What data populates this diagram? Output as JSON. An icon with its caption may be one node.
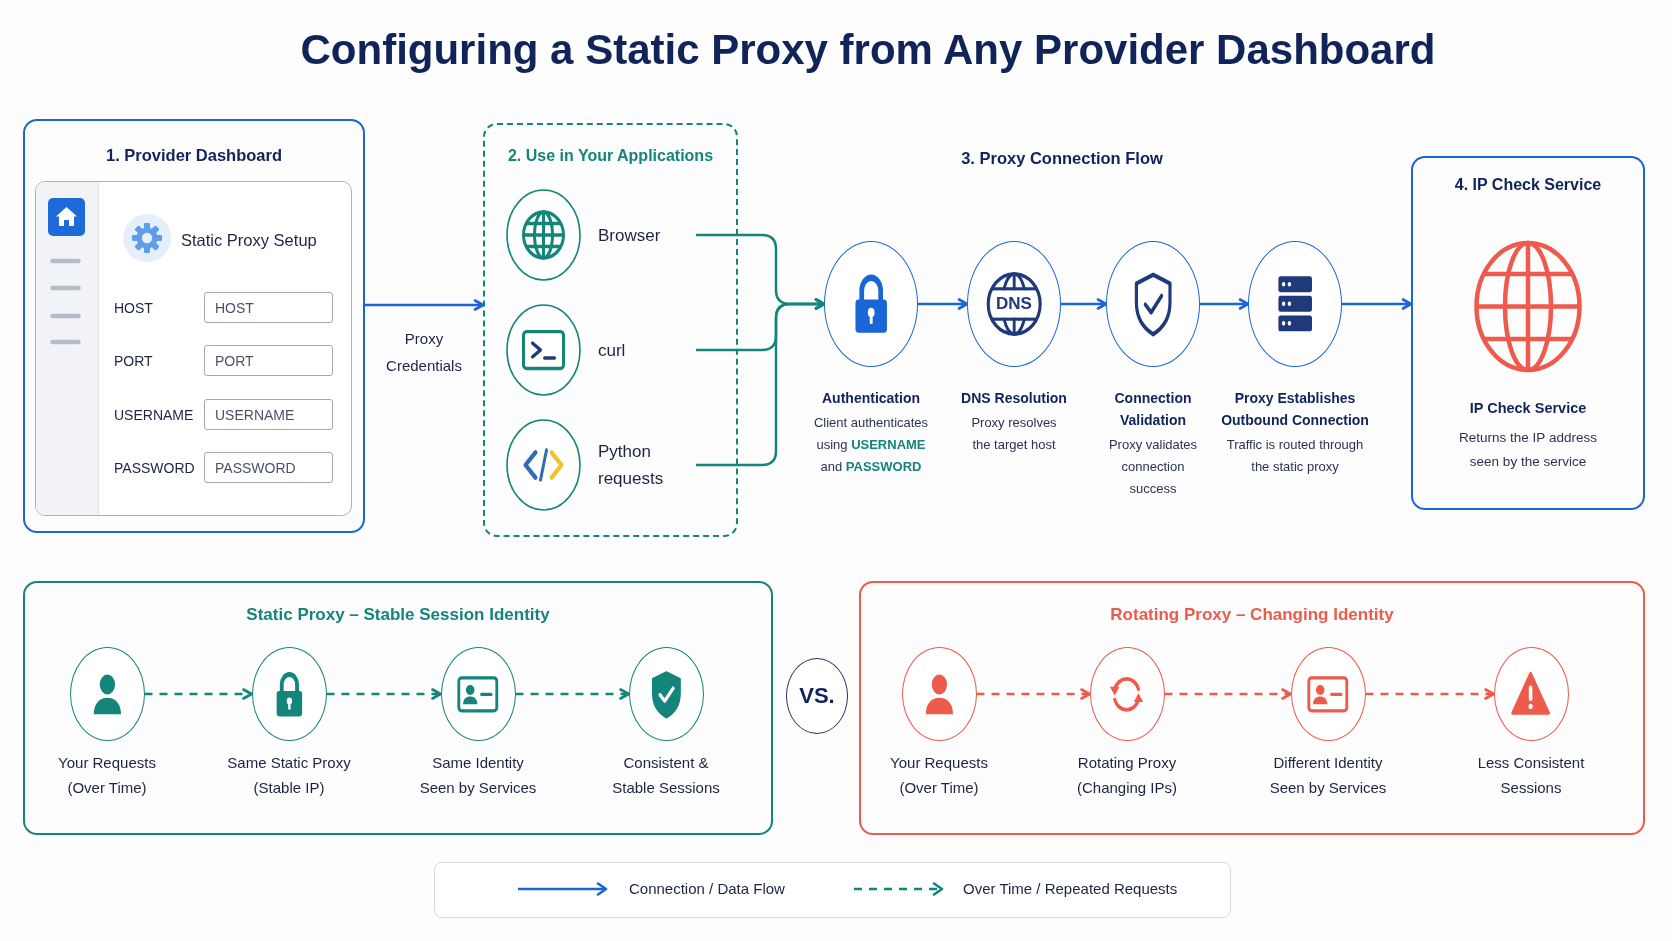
{
  "diagram": {
    "title": "Configuring a Static Proxy from Any Provider Dashboard",
    "nodes": [
      {
        "text": [
          "1. Provider Dashboard"
        ]
      },
      {
        "text": [
          "Static Proxy Setup"
        ],
        "in": 0
      },
      {
        "text": [
          "HOST"
        ],
        "beside": [
          "HOST"
        ],
        "in": 1
      },
      {
        "text": [
          "PORT"
        ],
        "beside": [
          "PORT"
        ],
        "in": 1
      },
      {
        "text": [
          "USERNAME"
        ],
        "beside": [
          "USERNAME"
        ],
        "in": 1
      },
      {
        "text": [
          "PASSWORD"
        ],
        "beside": [
          "PASSWORD"
        ],
        "in": 1
      },
      {
        "text": [
          "2. Use in Your Applications"
        ]
      },
      {
        "text": [
          "Browser"
        ],
        "in": 6
      },
      {
        "text": [
          "curl"
        ],
        "in": 6
      },
      {
        "text": [
          "Python requests"
        ],
        "in": 6
      },
      {
        "text": [],
        "shape": "circle",
        "beside": [
          "Authentication",
          "Client authenticates using **USERNAME** and **PASSWORD**"
        ]
      },
      {
        "text": [
          "DNS"
        ],
        "beside": [
          "DNS Resolution",
          "Proxy resolves the target host"
        ]
      },
      {
        "text": [],
        "shape": "circle",
        "beside": [
          "Connection Validation",
          "Proxy validates connection success"
        ]
      },
      {
        "text": [],
        "shape": "circle",
        "beside": [
          "Proxy Establishes Outbound Connection",
          "Traffic is routed through the static proxy"
        ]
      },
      {
        "text": [
          "4. IP Check Service",
          "IP Check Service",
          "Returns the IP address seen by the service"
        ]
      },
      {
        "text": [
          "Static Proxy – Stable Session Identity"
        ]
      },
      {
        "text": [],
        "shape": "circle",
        "beside": [
          "Your Requests (Over Time)"
        ],
        "in": 15
      },
      {
        "text": [],
        "shape": "circle",
        "beside": [
          "Same Static Proxy (Stable IP)"
        ],
        "in": 15
      },
      {
        "text": [],
        "shape": "circle",
        "beside": [
          "Same Identity Seen by Services"
        ],
        "in": 15
      },
      {
        "text": [],
        "shape": "circle",
        "beside": [
          "Consistent & Stable Sessions"
        ],
        "in": 15
      },
      {
        "text": [
          "VS."
        ]
      },
      {
        "text": [
          "Rotating Proxy – Changing Identity"
        ]
      },
      {
        "text": [],
        "shape": "circle",
        "beside": [
          "Your Requests (Over Time)"
        ],
        "in": 21
      },
      {
        "text": [],
        "shape": "circle",
        "beside": [
          "Rotating Proxy (Changing IPs)"
        ],
        "in": 21
      },
      {
        "text": [],
        "shape": "circle",
        "beside": [
          "Different Identity Seen by Services"
        ],
        "in": 21
      },
      {
        "text": [],
        "shape": "circle",
        "beside": [
          "Less Consistent Sessions"
        ],
        "in": 21
      }
    ],
    "edges": [
      {
        "from": 0,
        "to": 6,
        "arrow": "to",
        "label": "Proxy Credentials",
        "color": "#1a66d6"
      },
      {
        "from": 7,
        "to": 10,
        "arrow": "to",
        "color": "#14857b"
      },
      {
        "from": 8,
        "to": 10,
        "arrow": "to",
        "color": "#14857b"
      },
      {
        "from": 9,
        "to": 10,
        "arrow": "to",
        "color": "#14857b"
      },
      {
        "from": 10,
        "to": 11,
        "arrow": "to",
        "color": "#1a66d6"
      },
      {
        "from": 11,
        "to": 12,
        "arrow": "to",
        "color": "#1a66d6"
      },
      {
        "from": 12,
        "to": 13,
        "arrow": "to",
        "color": "#1a66d6"
      },
      {
        "from": 13,
        "to": 14,
        "arrow": "to",
        "color": "#1a66d6"
      },
      {
        "from": 16,
        "to": 17,
        "arrow": "to",
        "style": "dashed",
        "color": "#14857b"
      },
      {
        "from": 17,
        "to": 18,
        "arrow": "to",
        "style": "dashed",
        "color": "#14857b"
      },
      {
        "from": 18,
        "to": 19,
        "arrow": "to",
        "style": "dashed",
        "color": "#14857b"
      },
      {
        "from": 22,
        "to": 23,
        "arrow": "to",
        "style": "dashed",
        "color": "#ee5a4b"
      },
      {
        "from": 23,
        "to": 24,
        "arrow": "to",
        "style": "dashed",
        "color": "#ee5a4b"
      },
      {
        "from": 24,
        "to": 25,
        "arrow": "to",
        "style": "dashed",
        "color": "#ee5a4b"
      }
    ],
    "labels": [
      "3. Proxy Connection Flow"
    ],
    "legend": [
      {
        "text": "Connection / Data Flow"
      },
      {
        "text": "Over Time / Repeated Requests"
      }
    ]
  }
}
